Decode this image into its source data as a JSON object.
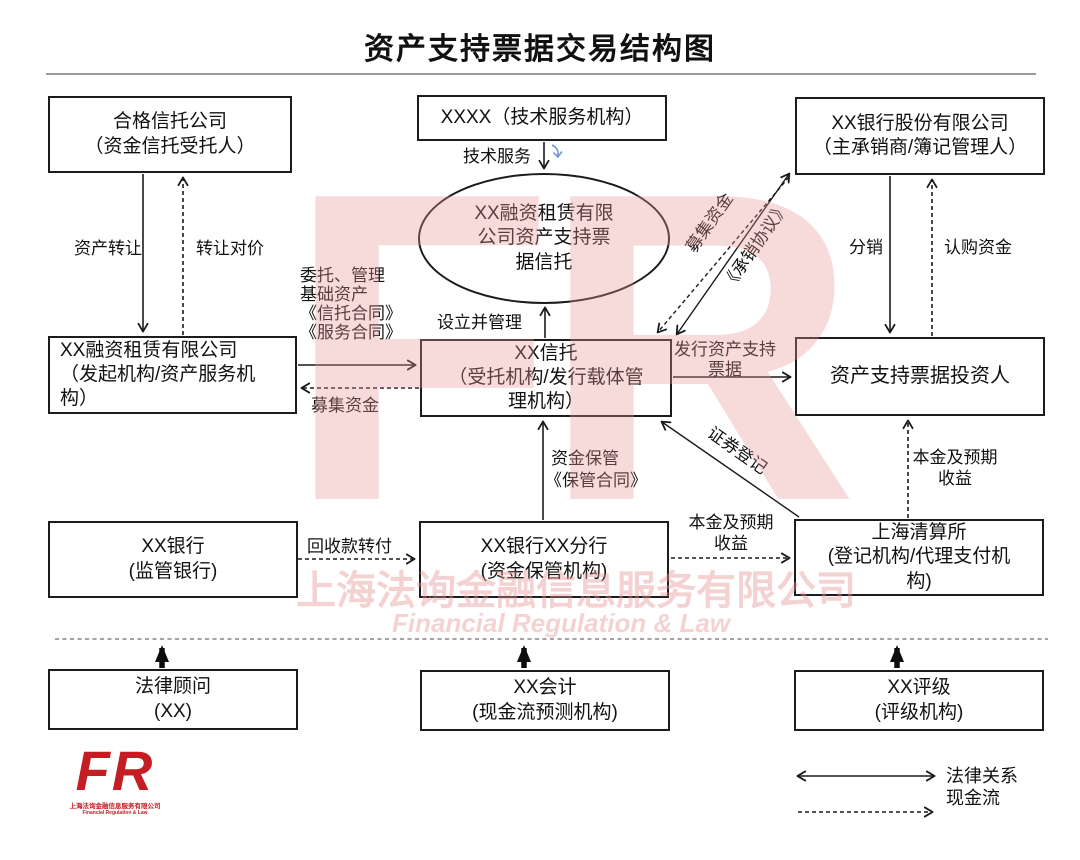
{
  "title": "资产支持票据交易结构图",
  "nodes": {
    "qualified_trust": {
      "lines": [
        "合格信托公司",
        "（资金信托受托人）"
      ]
    },
    "tech_service_org": {
      "lines": [
        "XXXX（技术服务机构）"
      ]
    },
    "lead_underwriter": {
      "lines": [
        "XX银行股份有限公司",
        "（主承销商/簿记管理人）"
      ]
    },
    "trust_ellipse": {
      "lines": [
        "XX融资租赁有限",
        "公司资产支持票",
        "据信托"
      ]
    },
    "originator": {
      "lines": [
        "XX融资租赁有限公司",
        "（发起机构/资产服务机",
        "构）"
      ]
    },
    "trustee": {
      "lines": [
        "XX信托",
        "（受托机构/发行载体管",
        "理机构）"
      ]
    },
    "investor": {
      "lines": [
        "资产支持票据投资人"
      ]
    },
    "supervising_bank": {
      "lines": [
        "XX银行",
        "(监管银行)"
      ]
    },
    "custodian_bank": {
      "lines": [
        "XX银行XX分行",
        "(资金保管机构)"
      ]
    },
    "clearing_house": {
      "lines": [
        "上海清算所",
        "(登记机构/代理支付机",
        "构)"
      ]
    },
    "legal_counsel": {
      "lines": [
        "法律顾问",
        "(XX)"
      ]
    },
    "accountant": {
      "lines": [
        "XX会计",
        "(现金流预测机构)"
      ]
    },
    "rating_agency": {
      "lines": [
        "XX评级",
        "(评级机构)"
      ]
    }
  },
  "edges": {
    "asset_transfer": "资产转让",
    "transfer_consideration": "转让对价",
    "entrust_manage": [
      "委托、管理",
      "基础资产",
      "《信托合同》",
      "《服务合同》"
    ],
    "raised_funds_left": "募集资金",
    "setup_manage": "设立并管理",
    "tech_service": "技术服务",
    "raised_funds_diag": "募集资金",
    "underwriting_agreement": "《承销协议》",
    "distribution": "分销",
    "subscription_funds": "认购资金",
    "issue_notes": [
      "发行资产支持",
      "票据"
    ],
    "securities_registration": "证券登记",
    "principal_to_investor": [
      "本金及预期",
      "收益"
    ],
    "principal_to_clearing": [
      "本金及预期",
      "收益"
    ],
    "collection_transfer": "回收款转付",
    "fund_custody": [
      "资金保管",
      "《保管合同》"
    ]
  },
  "legend": {
    "legal_relation": "法律关系",
    "cash_flow": "现金流"
  },
  "watermark": {
    "mark": "FR",
    "company_cn": "上海法询金融信息服务有限公司",
    "company_en": "Financial Regulation & Law"
  },
  "logo": {
    "mark": "FR",
    "company_cn": "上海法询金融信息服务有限公司",
    "company_en": "Financial Regulation & Law"
  },
  "colors": {
    "brand_red": "#c41d23",
    "watermark_pink": "#e89494",
    "line_black": "#1a1a1a"
  }
}
